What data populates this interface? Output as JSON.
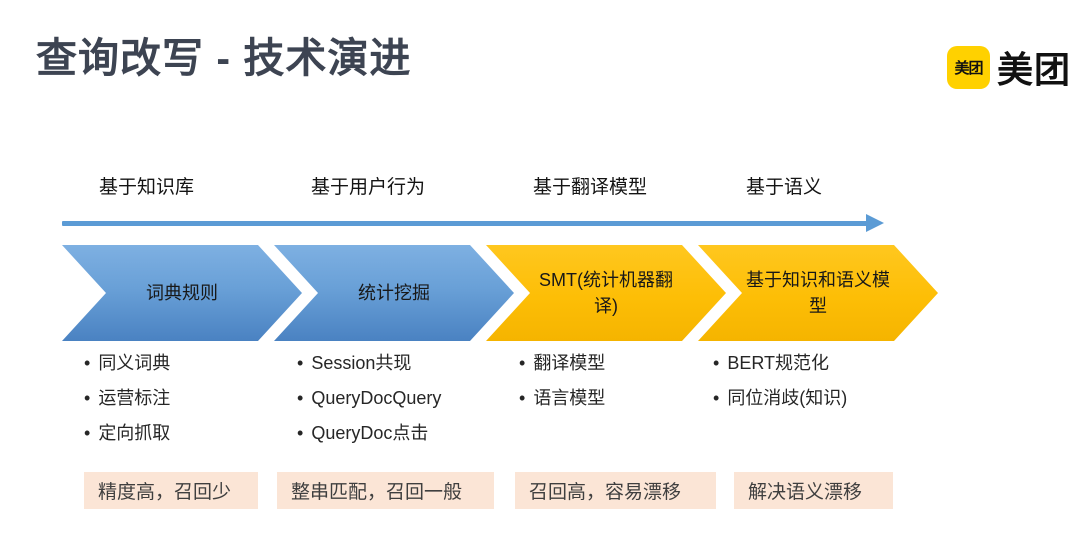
{
  "title": "查询改写 - 技术演进",
  "logo": {
    "badge": "美团",
    "wordmark": "美团"
  },
  "stages": [
    {
      "header": "基于知识库",
      "label": "词典规则",
      "bullets": [
        "同义词典",
        "运营标注",
        "定向抓取"
      ],
      "summary": "精度高，召回少",
      "theme": "blue"
    },
    {
      "header": "基于用户行为",
      "label": "统计挖掘",
      "bullets": [
        "Session共现",
        "QueryDocQuery",
        "QueryDoc点击"
      ],
      "summary": "整串匹配，召回一般",
      "theme": "blue"
    },
    {
      "header": "基于翻译模型",
      "label": "SMT(统计机器翻译)",
      "bullets": [
        "翻译模型",
        "语言模型"
      ],
      "summary": "召回高，容易漂移",
      "theme": "yellow"
    },
    {
      "header": "基于语义",
      "label": "基于知识和语义模型",
      "bullets": [
        "BERT规范化",
        "同位消歧(知识)"
      ],
      "summary": "解决语义漂移",
      "theme": "yellow"
    }
  ],
  "colors": {
    "title_text": "#3d4452",
    "timeline_arrow": "#5b9bd5",
    "chevron_blue_top": "#7eb0e2",
    "chevron_blue_bottom": "#4a82c2",
    "chevron_yellow": "#ffc000",
    "summary_box_bg": "#fbe5d6",
    "logo_yellow": "#ffd100"
  }
}
